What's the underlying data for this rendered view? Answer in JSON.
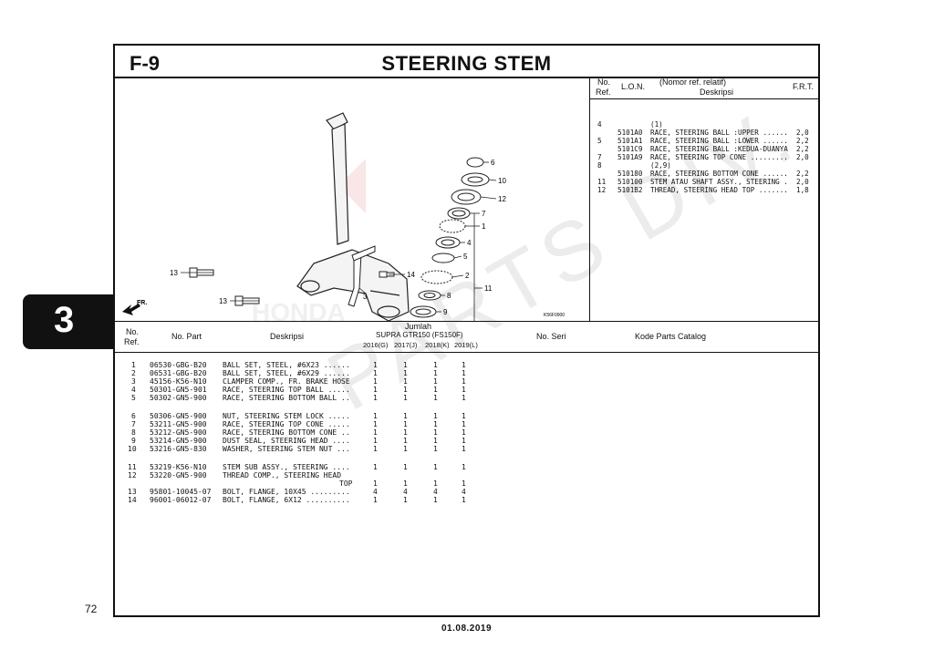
{
  "header": {
    "code": "F-9",
    "title": "STEERING STEM"
  },
  "diagram": {
    "callouts": [
      "6",
      "10",
      "12",
      "7",
      "1",
      "4",
      "5",
      "2",
      "11",
      "8",
      "9",
      "3",
      "14",
      "13",
      "13"
    ],
    "arrow_label": "FR.",
    "image_code": "K56F0900",
    "logo_text": "HONDA"
  },
  "ref_table": {
    "headers": {
      "no": "No.",
      "ref": "Ref.",
      "lon": "L.O.N.",
      "nomor": "(Nomor ref. relatif)",
      "deskripsi": "Deskripsi",
      "frt": "F.R.T."
    },
    "rows": [
      {
        "ref": "4",
        "lon": "",
        "desc": "(1)",
        "frt": ""
      },
      {
        "ref": "",
        "lon": "5101A0",
        "desc": "RACE, STEERING BALL :UPPER ......",
        "frt": "2,0"
      },
      {
        "ref": "5",
        "lon": "5101A1",
        "desc": "RACE, STEERING BALL :LOWER ......",
        "frt": "2,2"
      },
      {
        "ref": "",
        "lon": "5101C9",
        "desc": "RACE, STEERING BALL :KEDUA-DUANYA",
        "frt": "2,2"
      },
      {
        "ref": "7",
        "lon": "5101A9",
        "desc": "RACE, STEERING TOP CONE .........",
        "frt": "2,0"
      },
      {
        "ref": "8",
        "lon": "",
        "desc": "(2,9)",
        "frt": ""
      },
      {
        "ref": "",
        "lon": "510180",
        "desc": "RACE, STEERING BOTTOM CONE ......",
        "frt": "2,2"
      },
      {
        "ref": "11",
        "lon": "510100",
        "desc": "STEM ATAU SHAFT ASSY., STEERING .",
        "frt": "2,0"
      },
      {
        "ref": "12",
        "lon": "5101B2",
        "desc": "THREAD, STEERING HEAD TOP .......",
        "frt": "1,8"
      }
    ]
  },
  "parts_table": {
    "headers": {
      "no": "No.",
      "ref": "Ref.",
      "part": "No. Part",
      "desc": "Deskripsi",
      "jumlah": "Jumlah",
      "model": "SUPRA GTR150 (FS150F)",
      "years": [
        "2016(G)",
        "2017(J)",
        "2018(K)",
        "2019(L)"
      ],
      "seri": "No. Seri",
      "kode": "Kode Parts Catalog"
    },
    "rows": [
      {
        "ref": "1",
        "part": "06530-GBG-B20",
        "desc": "BALL SET, STEEL, #6X23 ......",
        "q": [
          "1",
          "1",
          "1",
          "1"
        ]
      },
      {
        "ref": "2",
        "part": "06531-GBG-B20",
        "desc": "BALL SET, STEEL, #6X29 ......",
        "q": [
          "1",
          "1",
          "1",
          "1"
        ]
      },
      {
        "ref": "3",
        "part": "45156-K56-N10",
        "desc": "CLAMPER COMP., FR. BRAKE HOSE",
        "q": [
          "1",
          "1",
          "1",
          "1"
        ]
      },
      {
        "ref": "4",
        "part": "50301-GN5-901",
        "desc": "RACE, STEERING TOP BALL .....",
        "q": [
          "1",
          "1",
          "1",
          "1"
        ]
      },
      {
        "ref": "5",
        "part": "50302-GN5-900",
        "desc": "RACE, STEERING BOTTOM BALL ..",
        "q": [
          "1",
          "1",
          "1",
          "1"
        ]
      },
      {
        "ref": "6",
        "part": "50306-GN5-900",
        "desc": "NUT, STEERING STEM LOCK .....",
        "q": [
          "1",
          "1",
          "1",
          "1"
        ]
      },
      {
        "ref": "7",
        "part": "53211-GN5-900",
        "desc": "RACE, STEERING TOP CONE .....",
        "q": [
          "1",
          "1",
          "1",
          "1"
        ]
      },
      {
        "ref": "8",
        "part": "53212-GN5-900",
        "desc": "RACE, STEERING BOTTOM CONE ..",
        "q": [
          "1",
          "1",
          "1",
          "1"
        ]
      },
      {
        "ref": "9",
        "part": "53214-GN5-900",
        "desc": "DUST SEAL, STEERING HEAD ....",
        "q": [
          "1",
          "1",
          "1",
          "1"
        ]
      },
      {
        "ref": "10",
        "part": "53216-GN5-830",
        "desc": "WASHER, STEERING STEM NUT ...",
        "q": [
          "1",
          "1",
          "1",
          "1"
        ]
      },
      {
        "ref": "11",
        "part": "53219-K56-N10",
        "desc": "STEM SUB ASSY., STEERING ....",
        "q": [
          "1",
          "1",
          "1",
          "1"
        ]
      },
      {
        "ref": "12",
        "part": "53220-GN5-900",
        "desc": "THREAD COMP., STEERING HEAD",
        "desc2": "TOP",
        "q": [
          "1",
          "1",
          "1",
          "1"
        ]
      },
      {
        "ref": "13",
        "part": "95801-10045-07",
        "desc": "BOLT, FLANGE, 10X45 .........",
        "q": [
          "4",
          "4",
          "4",
          "4"
        ]
      },
      {
        "ref": "14",
        "part": "96001-06012-07",
        "desc": "BOLT, FLANGE, 6X12 ..........",
        "q": [
          "1",
          "1",
          "1",
          "1"
        ]
      }
    ]
  },
  "side_tab": "3",
  "page_number": "72",
  "footer_date": "01.08.2019",
  "watermark": "PARTS DIV."
}
